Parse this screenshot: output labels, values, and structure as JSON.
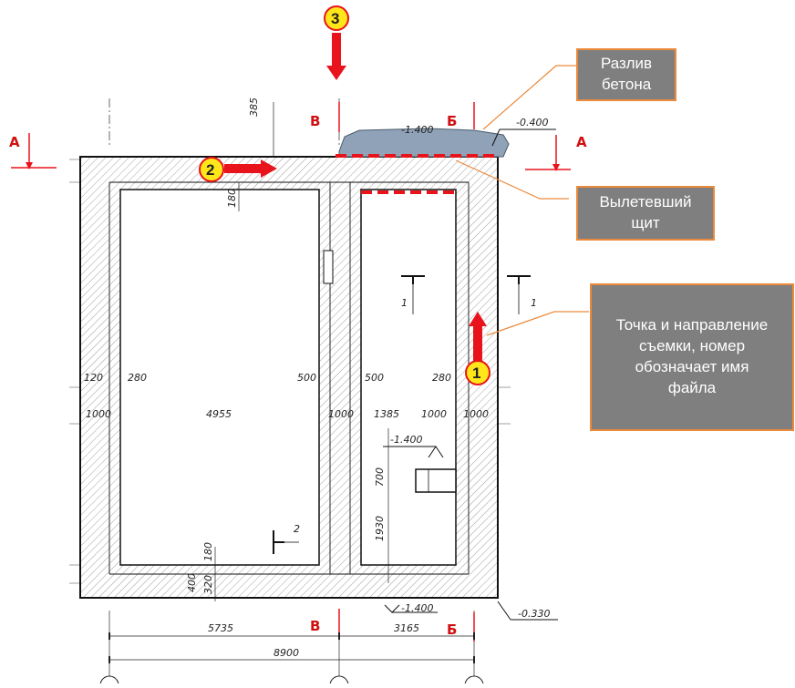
{
  "callouts": {
    "concrete_spill": "Разлив\nбетона",
    "blown_panel": "Вылетевший\nщит",
    "shot_point": "Точка и направление\nсъемки, номер\nобозначает имя\nфайла"
  },
  "markers": [
    "1",
    "2",
    "3"
  ],
  "sections": {
    "a_left": "А",
    "a_right": "А",
    "b_top": "Б",
    "b_bottom": "Б",
    "v_top": "В",
    "v_bottom": "В",
    "cut1_left": "1",
    "cut1_right": "1",
    "cut2": "2"
  },
  "levels": {
    "top_spill": "-1.400",
    "top_right": "-0.400",
    "pit": "-1.400",
    "bottom": "-1.400",
    "bottom_right": "-0.330"
  },
  "dims": {
    "top_385": "385",
    "top_180": "180",
    "d120": "120",
    "d280_left": "280",
    "d500_left": "500",
    "d500_right": "500",
    "d280_right": "280",
    "d1000_left": "1000",
    "d4955": "4955",
    "d1000_mid": "1000",
    "d1385": "1385",
    "d1000_right_a": "1000",
    "d1000_right_b": "1000",
    "d700": "700",
    "d1930": "1930",
    "bot_180": "180",
    "bot_400": "400",
    "bot_320": "320",
    "d5735": "5735",
    "d3165": "3165",
    "d8900": "8900"
  },
  "colors": {
    "accent_red": "#e8131b",
    "marker_fill": "#ffe61a",
    "callout_fill": "#7f7f7f",
    "callout_border": "#ec8a3c",
    "spill_fill": "#8fa2b8"
  }
}
